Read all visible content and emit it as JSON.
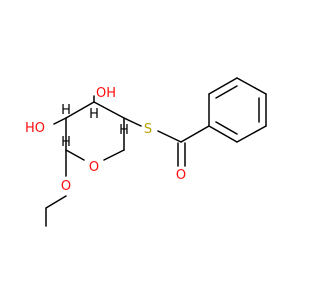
{
  "molecule": {
    "atom_labels": {
      "oh_top": "OH",
      "oh_left": "HO",
      "s": "S",
      "o_carbonyl": "O",
      "o_ring": "O",
      "o_methoxy": "O",
      "h1": "H",
      "h2": "H",
      "h3": "H",
      "h4": "H"
    },
    "colors": {
      "bond": "#000000",
      "oxygen": "#ff0d0d",
      "sulfur": "#b8a100",
      "background": "#ffffff"
    }
  }
}
